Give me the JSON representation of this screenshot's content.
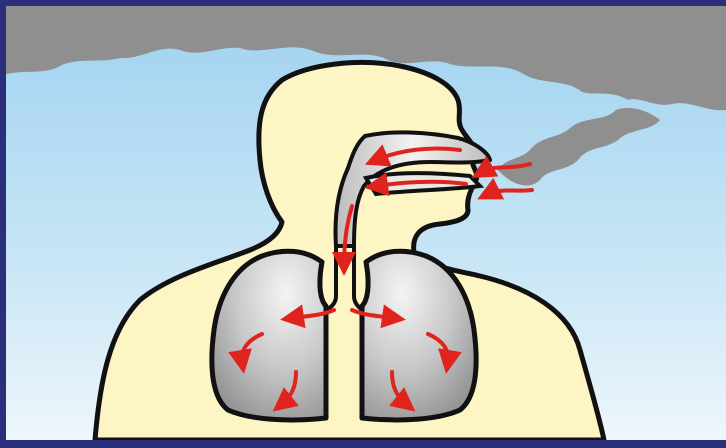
{
  "scene": {
    "subject": "smoke-inhalation-respiratory-system",
    "colors": {
      "frame": "#2b2e7a",
      "sky_top": "#9fd2f0",
      "sky_bottom": "#eef6fb",
      "smoke": "#8f8f8f",
      "body_fill": "#fdf5c4",
      "outline": "#111111",
      "lung_light": "#eaeaea",
      "lung_dark": "#9a9a9a",
      "arrow": "#e0231d"
    },
    "icons": [
      "smoke-cloud",
      "human-silhouette",
      "airway",
      "left-lung",
      "right-lung",
      "airflow-arrow"
    ]
  }
}
